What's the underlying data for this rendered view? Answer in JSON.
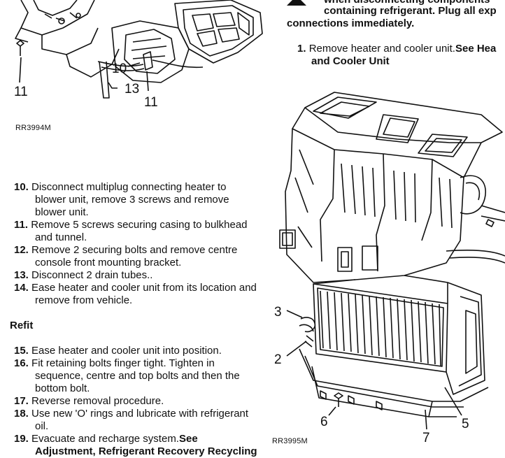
{
  "figure_top": {
    "callouts": [
      "10",
      "13",
      "11",
      "11"
    ],
    "caption": "RR3994M"
  },
  "figure_right": {
    "callouts": [
      "3",
      "2",
      "6",
      "7",
      "5"
    ],
    "caption": "RR3995M"
  },
  "warning": {
    "line1": "when disconnecting components",
    "line2": "containing refrigerant. Plug all exp",
    "line3": "connections immediately."
  },
  "removal_steps_right": [
    {
      "num": "1.",
      "text": "Remove heater and cooler unit.",
      "link": "See Hea",
      "cont_link": "and Cooler Unit"
    }
  ],
  "removal_steps": [
    {
      "num": "10.",
      "text": "Disconnect multiplug connecting heater to",
      "cont": [
        "blower unit, remove 3 screws and remove",
        "blower unit."
      ]
    },
    {
      "num": "11.",
      "text": "Remove 5 screws securing casing to bulkhead",
      "cont": [
        "and tunnel."
      ]
    },
    {
      "num": "12.",
      "text": "Remove 2 securing bolts and remove centre",
      "cont": [
        "console front mounting bracket."
      ]
    },
    {
      "num": "13.",
      "text": "Disconnect 2 drain tubes..",
      "cont": []
    },
    {
      "num": "14.",
      "text": "Ease heater and cooler unit from its location and",
      "cont": [
        "remove from vehicle."
      ]
    }
  ],
  "refit_heading": "Refit",
  "refit_steps": [
    {
      "num": "15.",
      "text": "Ease heater and cooler unit into position.",
      "cont": []
    },
    {
      "num": "16.",
      "text": "Fit retaining bolts finger tight. Tighten in",
      "cont": [
        "sequence, centre and top bolts and then the",
        "bottom bolt."
      ]
    },
    {
      "num": "17.",
      "text": "Reverse removal procedure.",
      "cont": []
    },
    {
      "num": "18.",
      "text": "Use new 'O' rings and lubricate with refrigerant",
      "cont": [
        "oil."
      ]
    },
    {
      "num": "19.",
      "text": "Evacuate and recharge system.",
      "link": "See",
      "cont_link": "Adjustment, Refrigerant Recovery Recycling"
    }
  ]
}
